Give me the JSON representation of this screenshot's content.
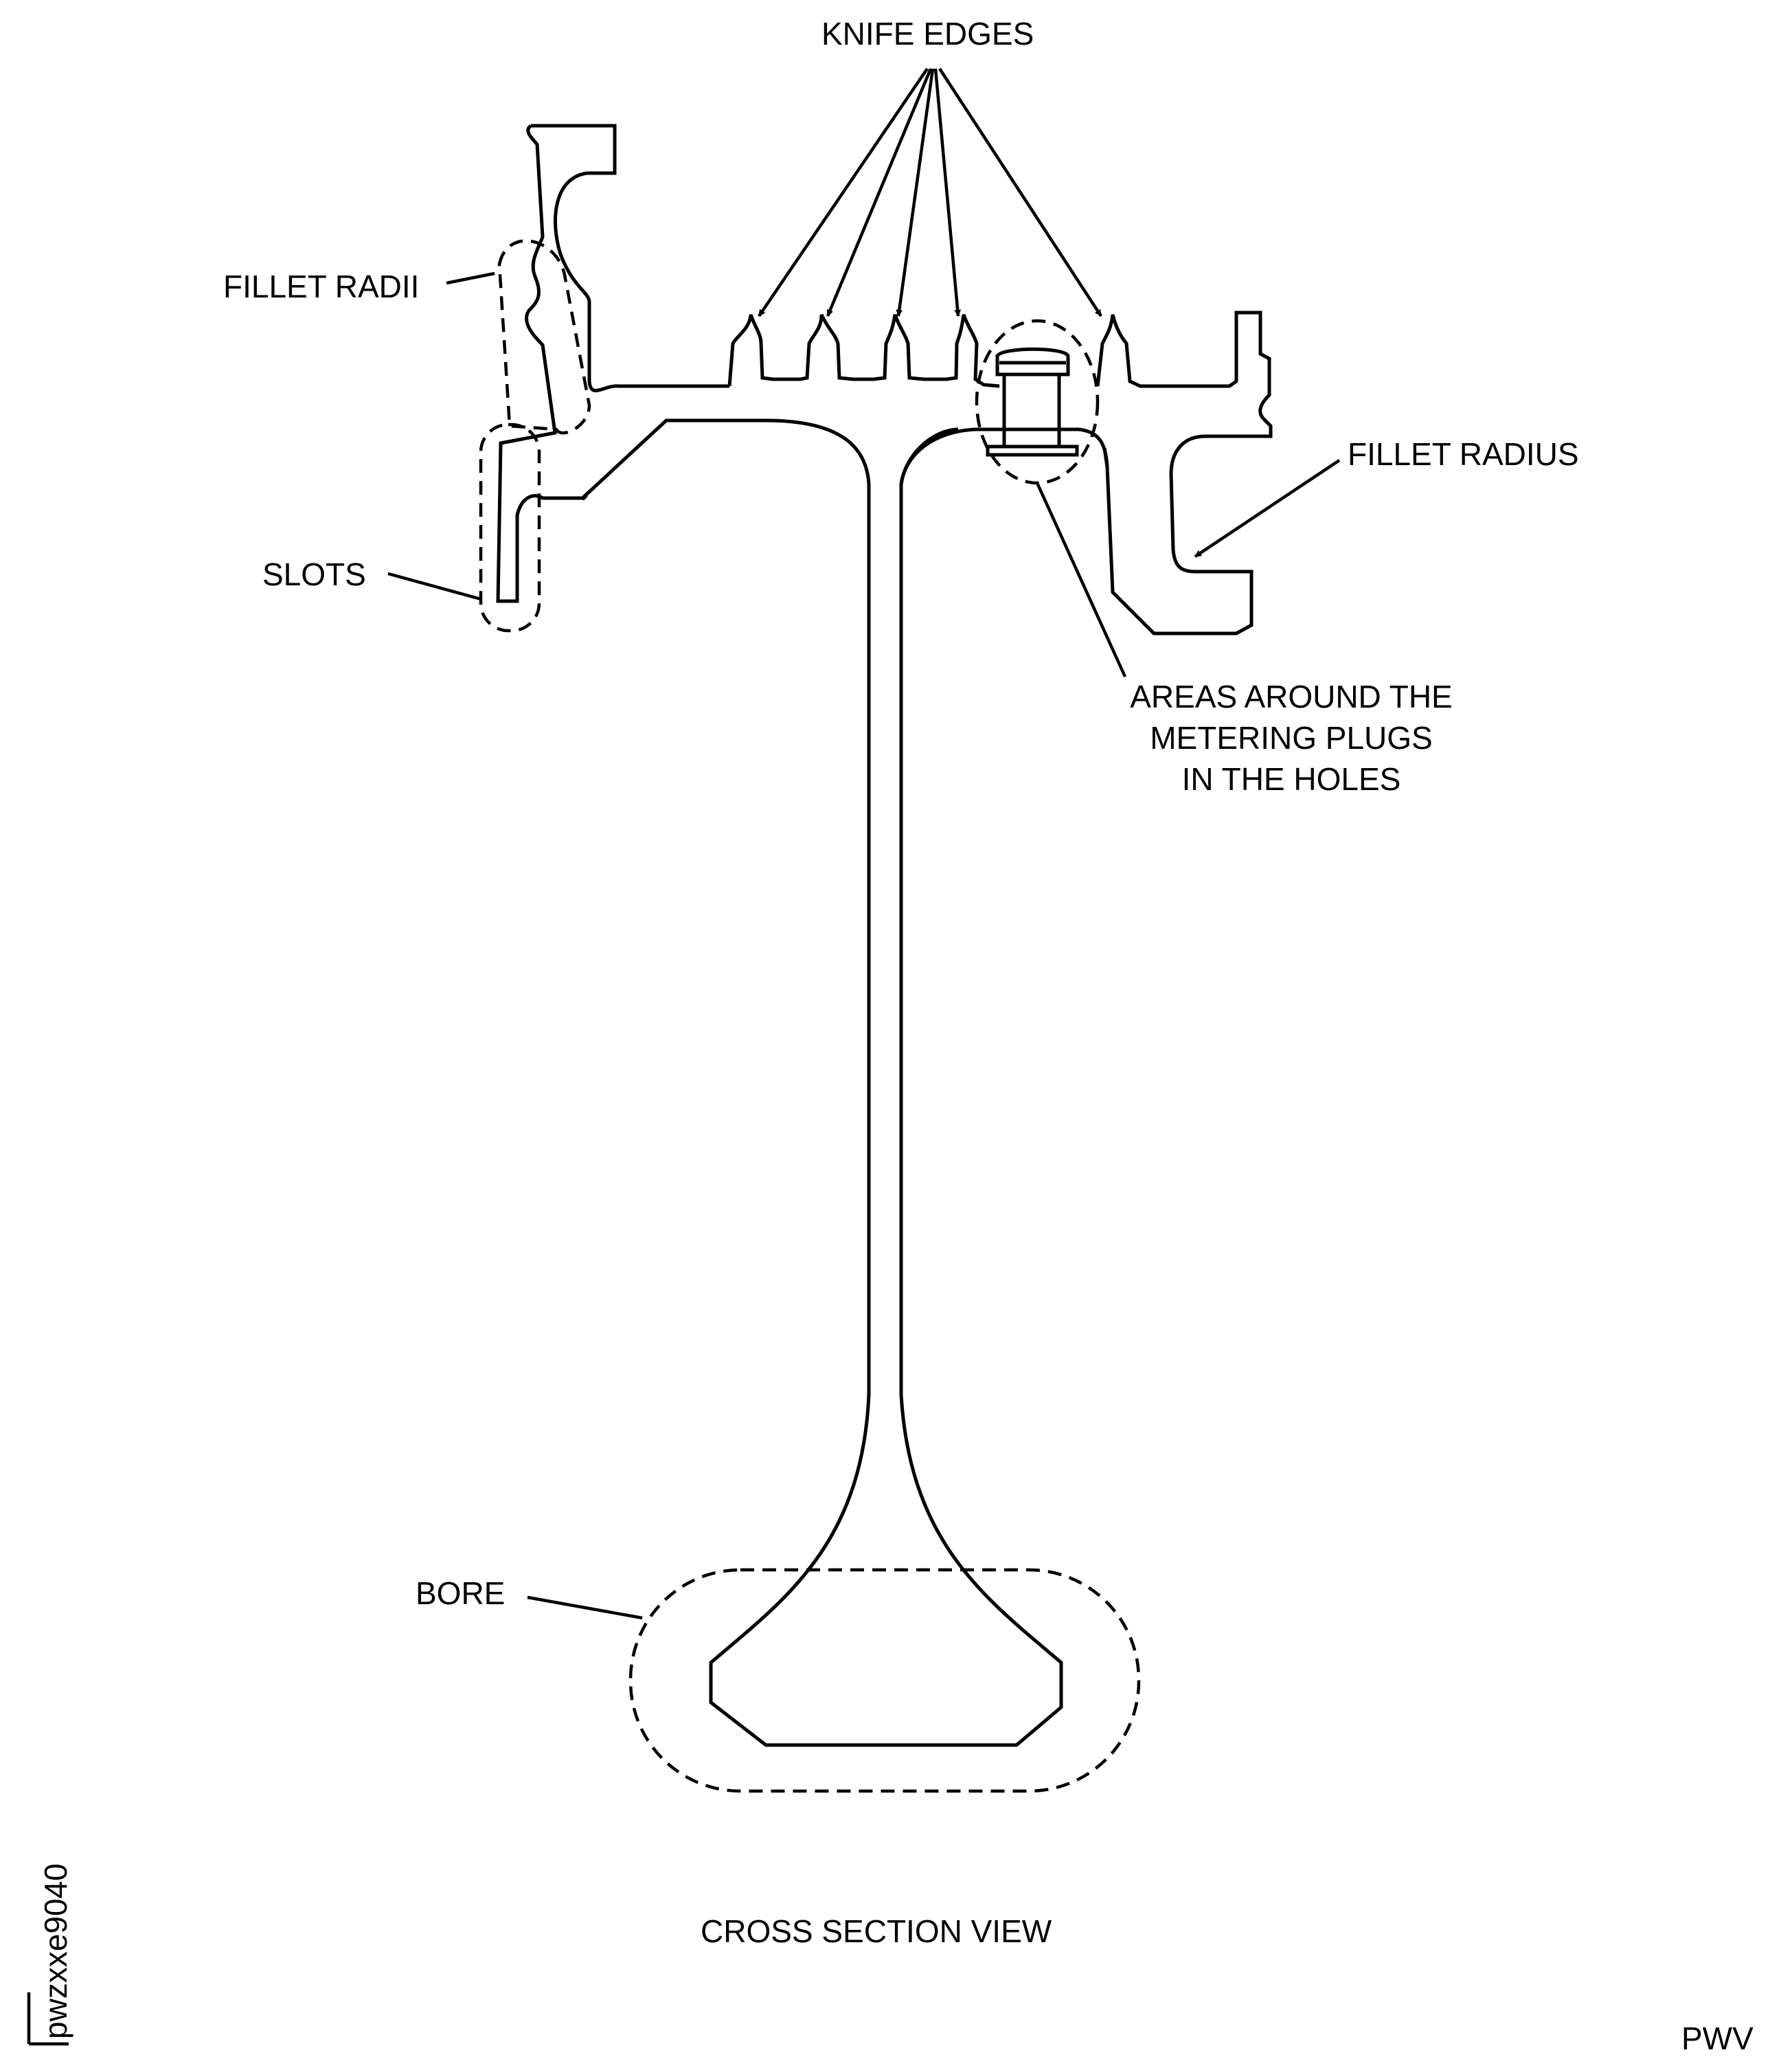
{
  "labels": {
    "knife_edges": "KNIFE EDGES",
    "fillet_radii": "FILLET RADII",
    "fillet_radius": "FILLET RADIUS",
    "slots": "SLOTS",
    "metering_plugs_line1": "AREAS AROUND THE",
    "metering_plugs_line2": "METERING PLUGS",
    "metering_plugs_line3": "IN THE HOLES",
    "bore": "BORE",
    "view_title": "CROSS SECTION VIEW",
    "figure_id": "pwzxxe9040",
    "footer_code": "PWV"
  },
  "colors": {
    "line": "#000000",
    "background": "#ffffff"
  }
}
